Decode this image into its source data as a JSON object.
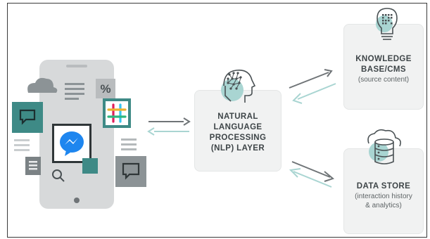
{
  "nlp_layer": {
    "title_lines": [
      "NATURAL",
      "LANGUAGE",
      "PROCESSING",
      "(NLP) LAYER"
    ]
  },
  "knowledge_base": {
    "title_lines": [
      "KNOWLEDGE",
      "BASE/CMS"
    ],
    "subtitle_lines": [
      "(source content)"
    ]
  },
  "data_store": {
    "title_lines": [
      "DATA STORE"
    ],
    "subtitle_lines": [
      "(interaction history",
      "& analytics)"
    ]
  },
  "icons": {
    "left_cluster": [
      "cloud-icon",
      "chat-bubble-icon",
      "messenger-icon",
      "slack-icon",
      "percent-icon",
      "search-icon",
      "document-lines-icon"
    ],
    "nlp": "brain-circuit-icon",
    "knowledge": "lightbulb-icon",
    "data": "database-cloud-icon"
  },
  "colors": {
    "teal_dark": "#3e8a86",
    "teal_light": "#a9d5d2",
    "gray_box": "#f1f2f2",
    "phone": "#d7d9da",
    "icon_stroke": "#4a5154",
    "messenger_blue": "#1e86ef"
  }
}
